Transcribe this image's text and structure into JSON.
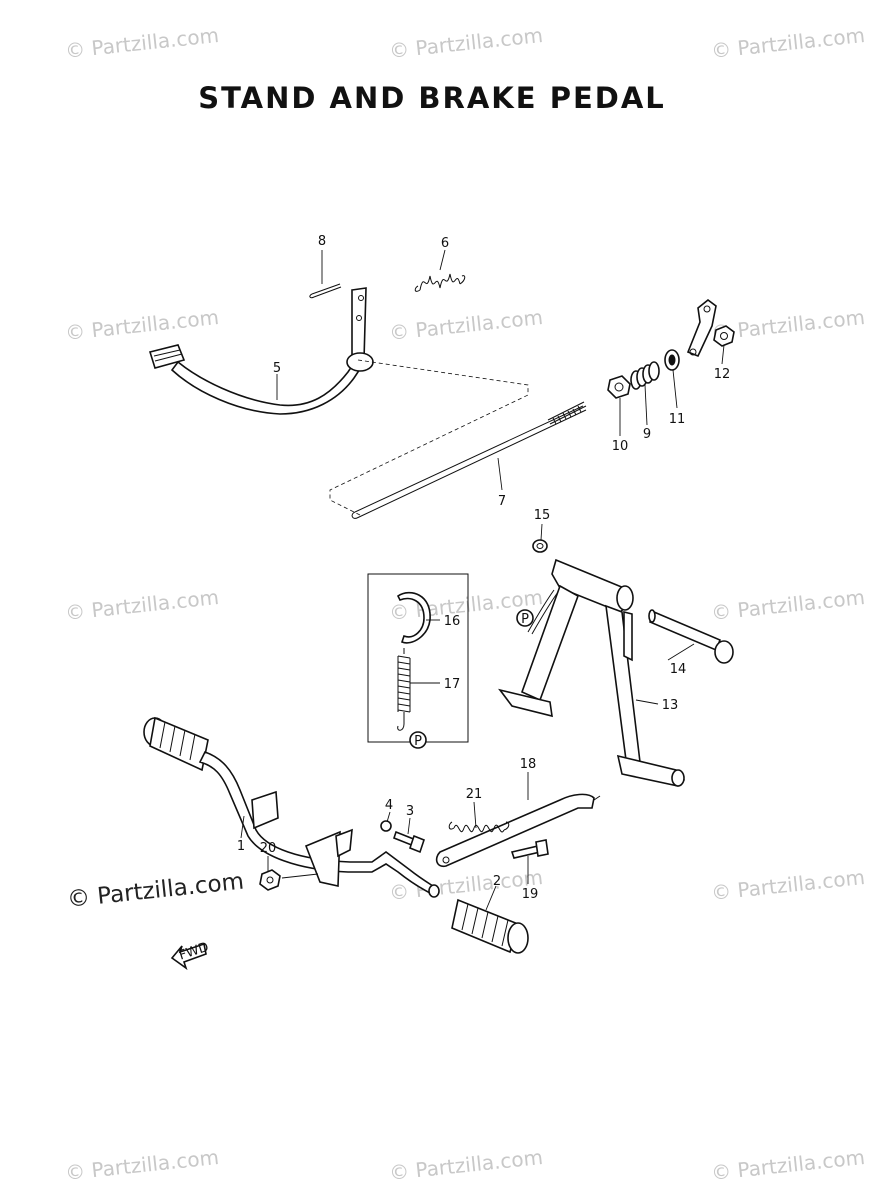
{
  "title": "STAND AND BRAKE PEDAL",
  "watermark": {
    "text": "© Partzilla.com",
    "main_text": "© Partzilla.com",
    "color": "#c8c8c8"
  },
  "fwd_label": "FWD",
  "p_mark": "P",
  "callouts": [
    "1",
    "2",
    "3",
    "4",
    "5",
    "6",
    "7",
    "8",
    "9",
    "10",
    "11",
    "12",
    "13",
    "14",
    "15",
    "16",
    "17",
    "18",
    "19",
    "20",
    "21"
  ]
}
